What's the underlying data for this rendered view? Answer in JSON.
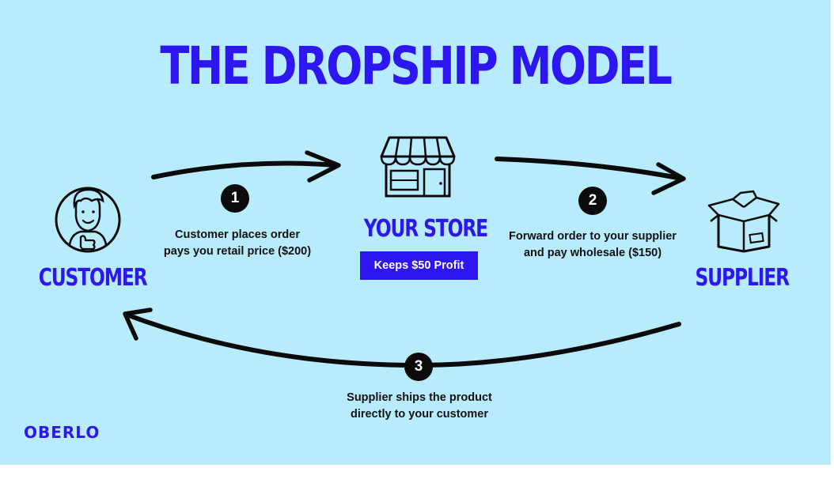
{
  "title": "THE DROPSHIP MODEL",
  "nodes": {
    "customer": "CUSTOMER",
    "store": "YOUR STORE",
    "supplier": "SUPPLIER"
  },
  "profit_badge": "Keeps $50 Profit",
  "steps": [
    {
      "number": "1",
      "lines": [
        "Customer places order",
        "pays you retail price ($200)"
      ]
    },
    {
      "number": "2",
      "lines": [
        "Forward order to your supplier",
        "and pay wholesale ($150)"
      ]
    },
    {
      "number": "3",
      "lines": [
        "Supplier ships the product",
        "directly to your customer"
      ]
    }
  ],
  "brand": "OBERLO",
  "icons": [
    "customer-icon",
    "store-icon",
    "box-icon"
  ],
  "colors": {
    "background": "#b8ecfd",
    "accent": "#2d16ef",
    "ink": "#0b0b0b"
  }
}
